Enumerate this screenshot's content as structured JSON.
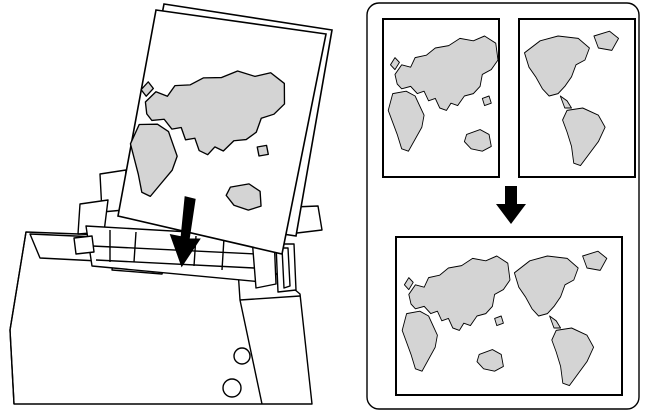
{
  "figure": {
    "left_panel": {
      "device": "document-scanner",
      "sheet_content": "world-map-eurasia-africa",
      "arrow": "insert-down-arrow"
    },
    "right_panel": {
      "top_left_page": "world-map-eurasia-africa",
      "top_right_page": "world-map-americas",
      "arrow": "merge-down-arrow",
      "result_page": "world-map-combined"
    },
    "colors": {
      "outline": "#000000",
      "land_fill": "#d4d4d4",
      "paper": "#ffffff"
    }
  }
}
